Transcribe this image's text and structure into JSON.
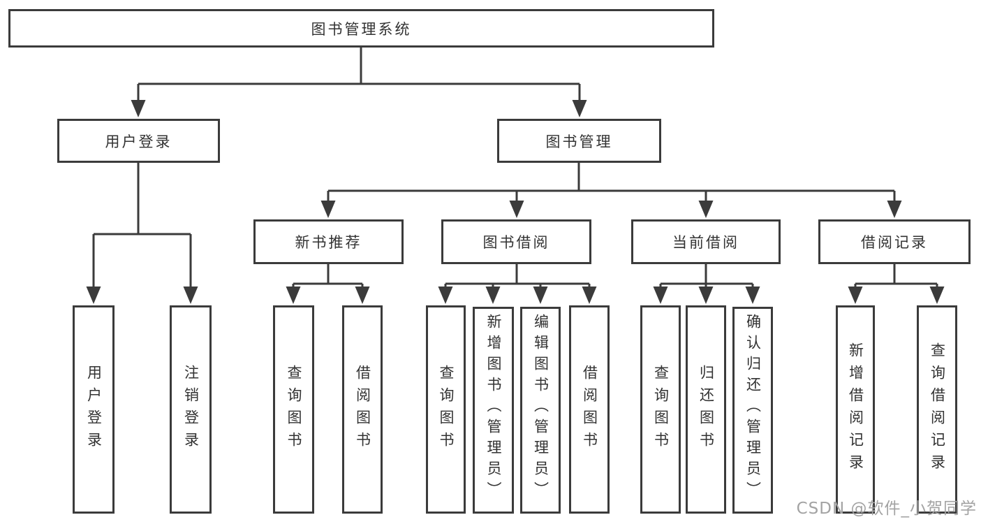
{
  "watermark": "CSDN @软件_小贺同学",
  "nodes": {
    "root": "图书管理系统",
    "user_login": "用户登录",
    "book_mgmt": "图书管理",
    "new_book_rec": "新书推荐",
    "book_borrow": "图书借阅",
    "current_borrow": "当前借阅",
    "borrow_records": "借阅记录",
    "leaf_login": "用户登录",
    "leaf_logout": "注销登录",
    "rec_query_books": "查询图书",
    "rec_borrow_books": "借阅图书",
    "bb_query_books": "查询图书",
    "bb_add_books": "新增图书（管理员）",
    "bb_edit_books": "编辑图书（管理员）",
    "bb_borrow_books": "借阅图书",
    "cb_query_books": "查询图书",
    "cb_return_books": "归还图书",
    "cb_confirm_return": "确认归还（管理员）",
    "br_add_record": "新增借阅记录",
    "br_query_record": "查询借阅记录"
  },
  "edges": [
    {
      "from": "root",
      "to": [
        "user_login",
        "book_mgmt"
      ]
    },
    {
      "from": "user_login",
      "to": [
        "leaf_login",
        "leaf_logout"
      ]
    },
    {
      "from": "book_mgmt",
      "to": [
        "new_book_rec",
        "book_borrow",
        "current_borrow",
        "borrow_records"
      ]
    },
    {
      "from": "new_book_rec",
      "to": [
        "rec_query_books",
        "rec_borrow_books"
      ]
    },
    {
      "from": "book_borrow",
      "to": [
        "bb_query_books",
        "bb_add_books",
        "bb_edit_books",
        "bb_borrow_books"
      ]
    },
    {
      "from": "current_borrow",
      "to": [
        "cb_query_books",
        "cb_return_books",
        "cb_confirm_return"
      ]
    },
    {
      "from": "borrow_records",
      "to": [
        "br_add_record",
        "br_query_record"
      ]
    }
  ]
}
